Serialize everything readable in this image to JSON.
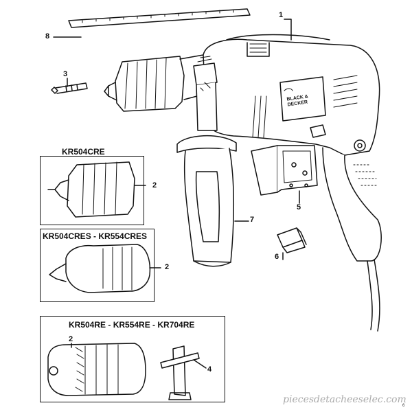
{
  "diagram": {
    "parts": {
      "p1": "1",
      "p2a": "2",
      "p2b": "2",
      "p2c": "2",
      "p3": "3",
      "p4": "4",
      "p5": "5",
      "p6": "6",
      "p7": "7",
      "p8": "8"
    },
    "boxes": {
      "kr504cre": "KR504CRE",
      "kr504cres": "KR504CRES - KR554CRES",
      "kr504re": "KR504RE - KR554RE - KR704RE"
    },
    "brand_logo_text": "BLACK & DECKER",
    "watermark": "piecesdetacheeselec.com",
    "page_mark": "6"
  },
  "colors": {
    "line": "#111111",
    "watermark": "#aaaaaa",
    "background": "#ffffff"
  }
}
